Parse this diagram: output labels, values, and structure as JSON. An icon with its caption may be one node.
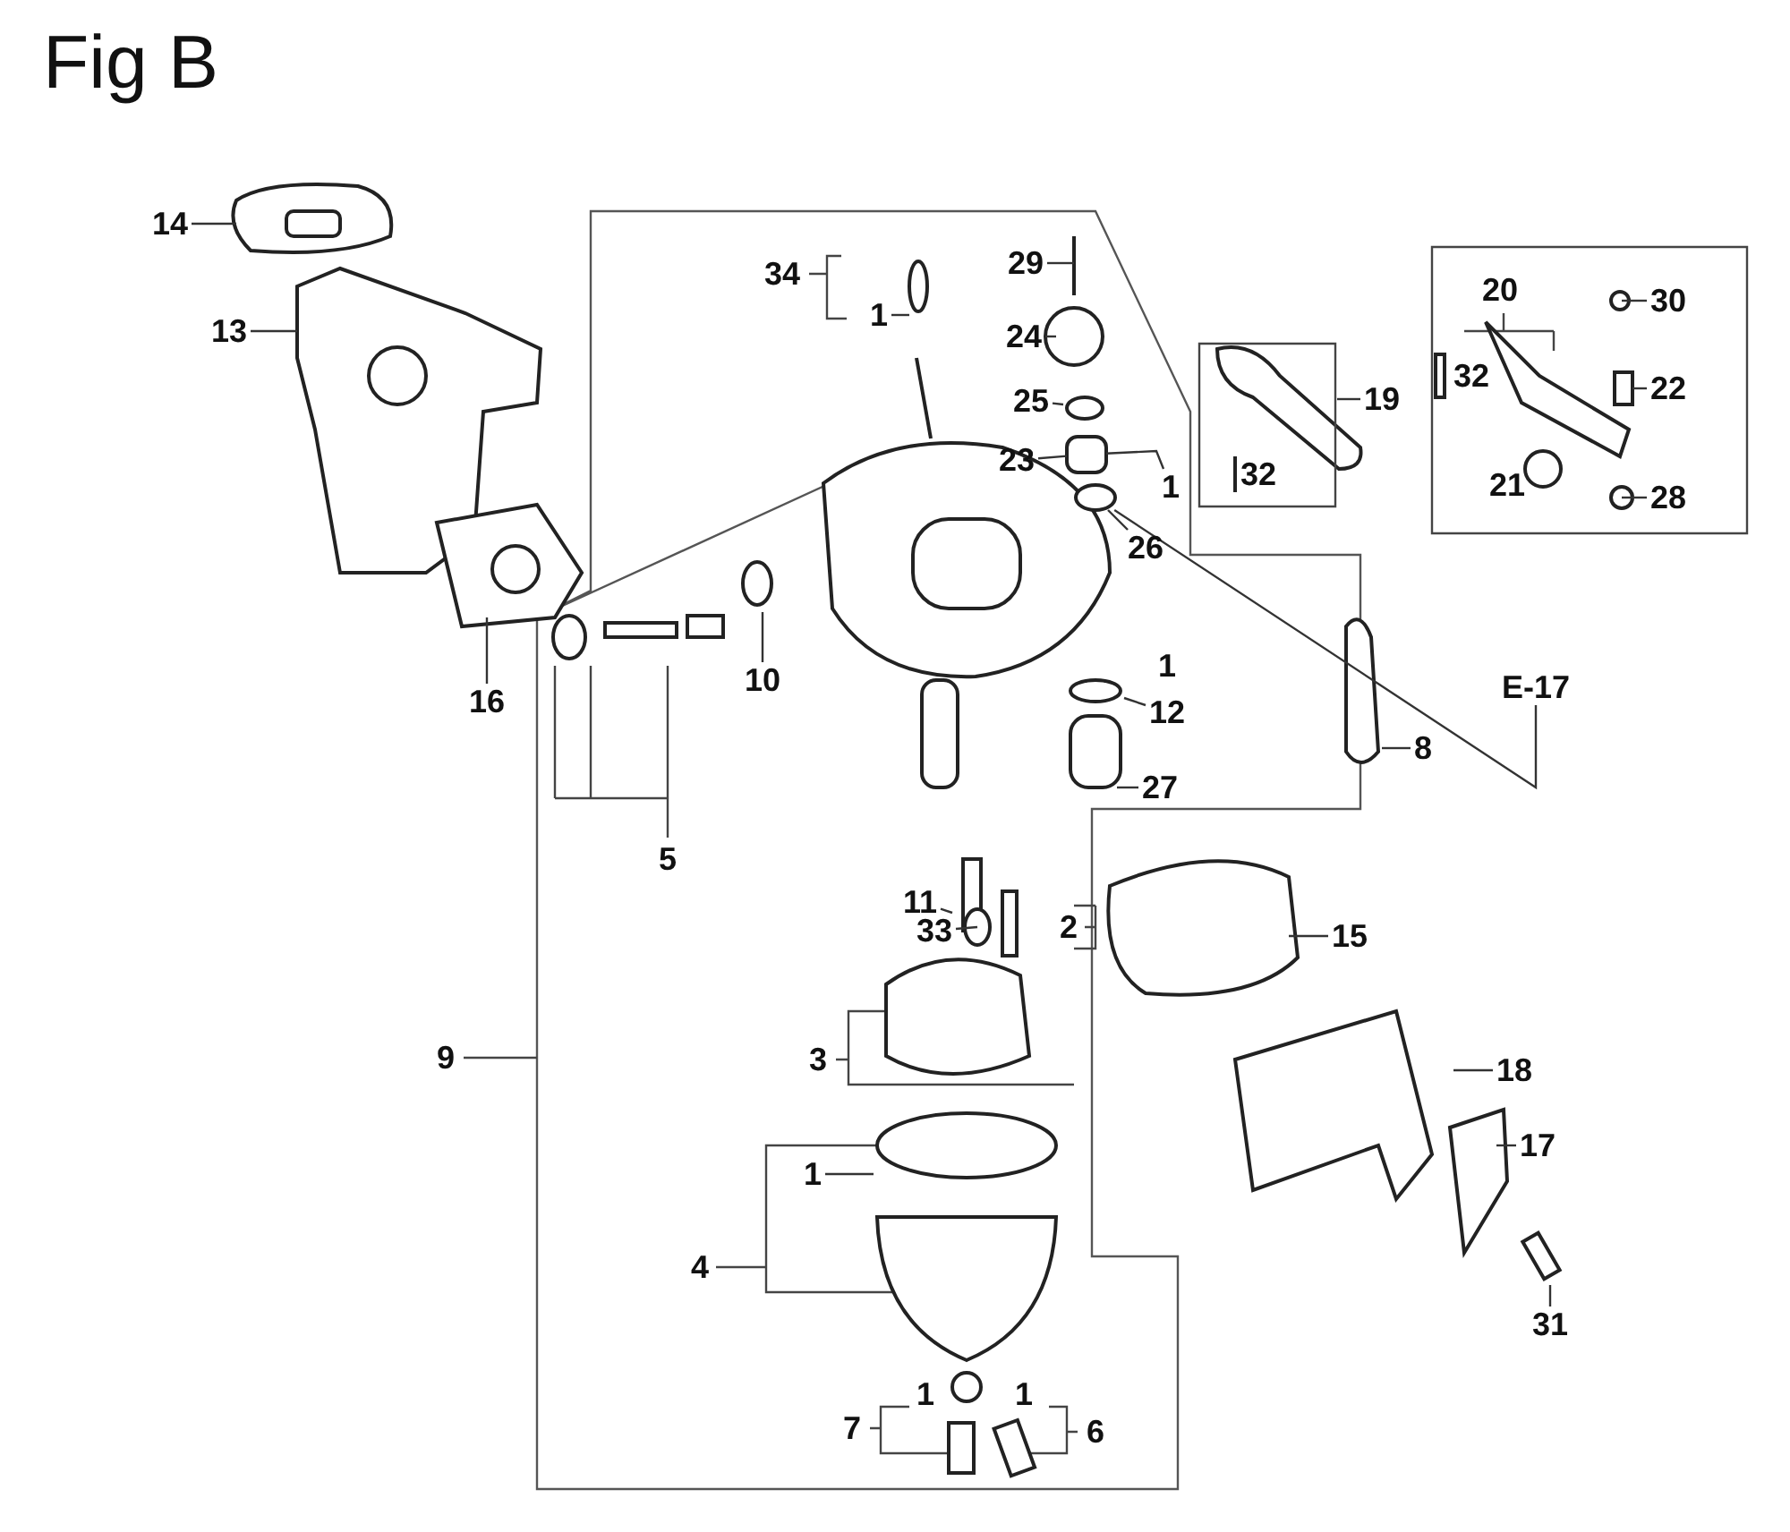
{
  "diagram": {
    "title": "Fig B",
    "nodes": [
      {
        "text": [
          "14"
        ]
      },
      {
        "text": [
          "13"
        ]
      },
      {
        "text": [
          "16"
        ]
      },
      {
        "text": [
          "34"
        ]
      },
      {
        "text": [
          "1"
        ]
      },
      {
        "text": [
          "29"
        ]
      },
      {
        "text": [
          "24"
        ]
      },
      {
        "text": [
          "25"
        ]
      },
      {
        "text": [
          "23"
        ]
      },
      {
        "text": [
          "1"
        ]
      },
      {
        "text": [
          "26"
        ]
      },
      {
        "text": [
          "19"
        ]
      },
      {
        "text": [
          "32"
        ]
      },
      {
        "text": [
          "20"
        ]
      },
      {
        "text": [
          "32"
        ]
      },
      {
        "text": [
          "30"
        ]
      },
      {
        "text": [
          "22"
        ]
      },
      {
        "text": [
          "21"
        ]
      },
      {
        "text": [
          "28"
        ]
      },
      {
        "text": [
          "10"
        ]
      },
      {
        "text": [
          "5"
        ]
      },
      {
        "text": [
          "1"
        ]
      },
      {
        "text": [
          "12"
        ]
      },
      {
        "text": [
          "27"
        ]
      },
      {
        "text": [
          "8"
        ]
      },
      {
        "text": [
          "E-17"
        ]
      },
      {
        "text": [
          "11"
        ]
      },
      {
        "text": [
          "33"
        ]
      },
      {
        "text": [
          "2"
        ]
      },
      {
        "text": [
          "15"
        ]
      },
      {
        "text": [
          "3"
        ]
      },
      {
        "text": [
          "18"
        ]
      },
      {
        "text": [
          "17"
        ]
      },
      {
        "text": [
          "1"
        ]
      },
      {
        "text": [
          "4"
        ]
      },
      {
        "text": [
          "31"
        ]
      },
      {
        "text": [
          "1"
        ]
      },
      {
        "text": [
          "7"
        ]
      },
      {
        "text": [
          "1"
        ]
      },
      {
        "text": [
          "6"
        ]
      },
      {
        "text": [
          "9"
        ]
      },
      {
        "text": [],
        "shape": "box"
      },
      {
        "text": [],
        "shape": "circle"
      }
    ],
    "edges": [
      {
        "from": 0,
        "to": null,
        "arrow": "none"
      },
      {
        "from": 1,
        "to": null,
        "arrow": "none"
      },
      {
        "from": 2,
        "to": null,
        "arrow": "none"
      },
      {
        "from": 4,
        "to": null,
        "arrow": "none"
      },
      {
        "from": 5,
        "to": null,
        "arrow": "none"
      },
      {
        "from": 6,
        "to": null,
        "arrow": "none"
      },
      {
        "from": 7,
        "to": null,
        "arrow": "none"
      },
      {
        "from": 8,
        "to": 41,
        "arrow": "none"
      },
      {
        "from": 9,
        "to": 41,
        "arrow": "none"
      },
      {
        "from": 10,
        "to": 42,
        "arrow": "none"
      },
      {
        "from": 11,
        "to": null,
        "arrow": "none"
      },
      {
        "from": 15,
        "to": null,
        "arrow": "none"
      },
      {
        "from": 16,
        "to": null,
        "arrow": "none"
      },
      {
        "from": 18,
        "to": null,
        "arrow": "none"
      },
      {
        "from": 19,
        "to": null,
        "arrow": "none"
      },
      {
        "from": 22,
        "to": null,
        "arrow": "none"
      },
      {
        "from": 23,
        "to": null,
        "arrow": "none"
      },
      {
        "from": 24,
        "to": null,
        "arrow": "none"
      },
      {
        "from": 25,
        "to": 42,
        "arrow": "none"
      },
      {
        "from": 26,
        "to": null,
        "arrow": "none"
      },
      {
        "from": 27,
        "to": null,
        "arrow": "none"
      },
      {
        "from": 29,
        "to": null,
        "arrow": "none"
      },
      {
        "from": 31,
        "to": null,
        "arrow": "none"
      },
      {
        "from": 32,
        "to": null,
        "arrow": "none"
      },
      {
        "from": 33,
        "to": null,
        "arrow": "none"
      },
      {
        "from": 35,
        "to": null,
        "arrow": "none"
      }
    ]
  }
}
